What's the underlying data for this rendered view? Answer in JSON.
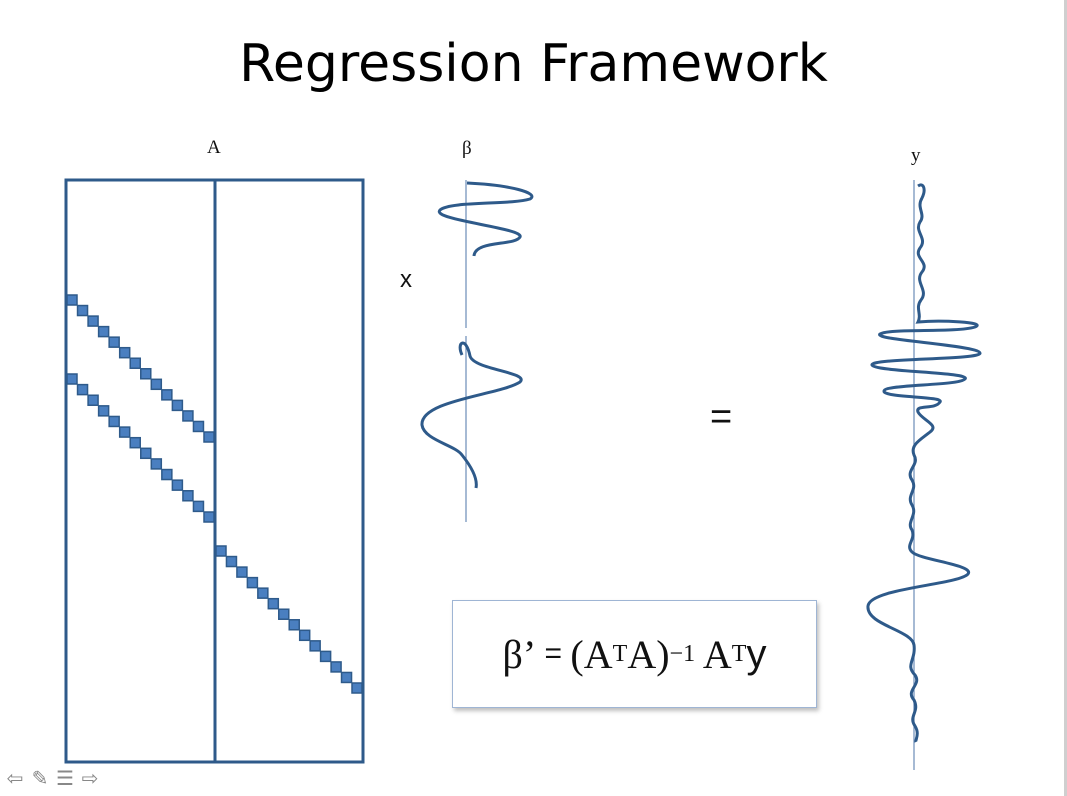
{
  "slide": {
    "title": "Regression Framework"
  },
  "labels": {
    "matrix": "A",
    "beta": "β",
    "y": "y",
    "times": "x",
    "equals": "="
  },
  "formula": {
    "beta_prime": "β’",
    "eq": " = ",
    "open": "(A",
    "t1": "T",
    "mid": "A)",
    "inv": "−1",
    "a2": " A",
    "t2": "T",
    "y": "y"
  },
  "colors": {
    "curve": "#2e5a8a",
    "marker": "#4a7fc0",
    "frame": "#2e5a8a",
    "axis": "#6b8cb8"
  },
  "icons": [
    "arrow-left-icon",
    "pen-icon",
    "menu-icon",
    "arrow-right-icon"
  ]
}
